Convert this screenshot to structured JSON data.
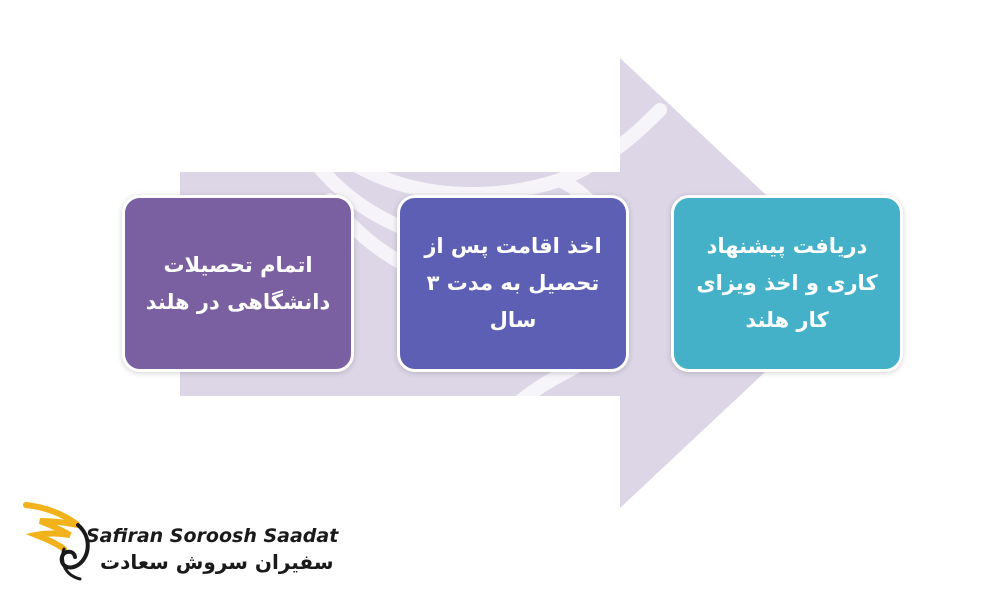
{
  "diagram": {
    "steps": [
      {
        "text": "اتمام تحصیلات دانشگاهی در هلند"
      },
      {
        "text": "اخذ اقامت پس از تحصیل به مدت ۳ سال"
      },
      {
        "text": "دریافت پیشنهاد کاری و اخذ ویزای کار هلند"
      }
    ],
    "colors": {
      "arrow": "#dcd6e6",
      "step1": "#7a5fa1",
      "step2": "#5c5fb3",
      "step3": "#45b1c9"
    }
  },
  "logo": {
    "name_en": "Safiran Soroosh Saadat",
    "name_fa": "سفیران سروش سعادت",
    "icon": "golden-wing-swirl-icon"
  }
}
